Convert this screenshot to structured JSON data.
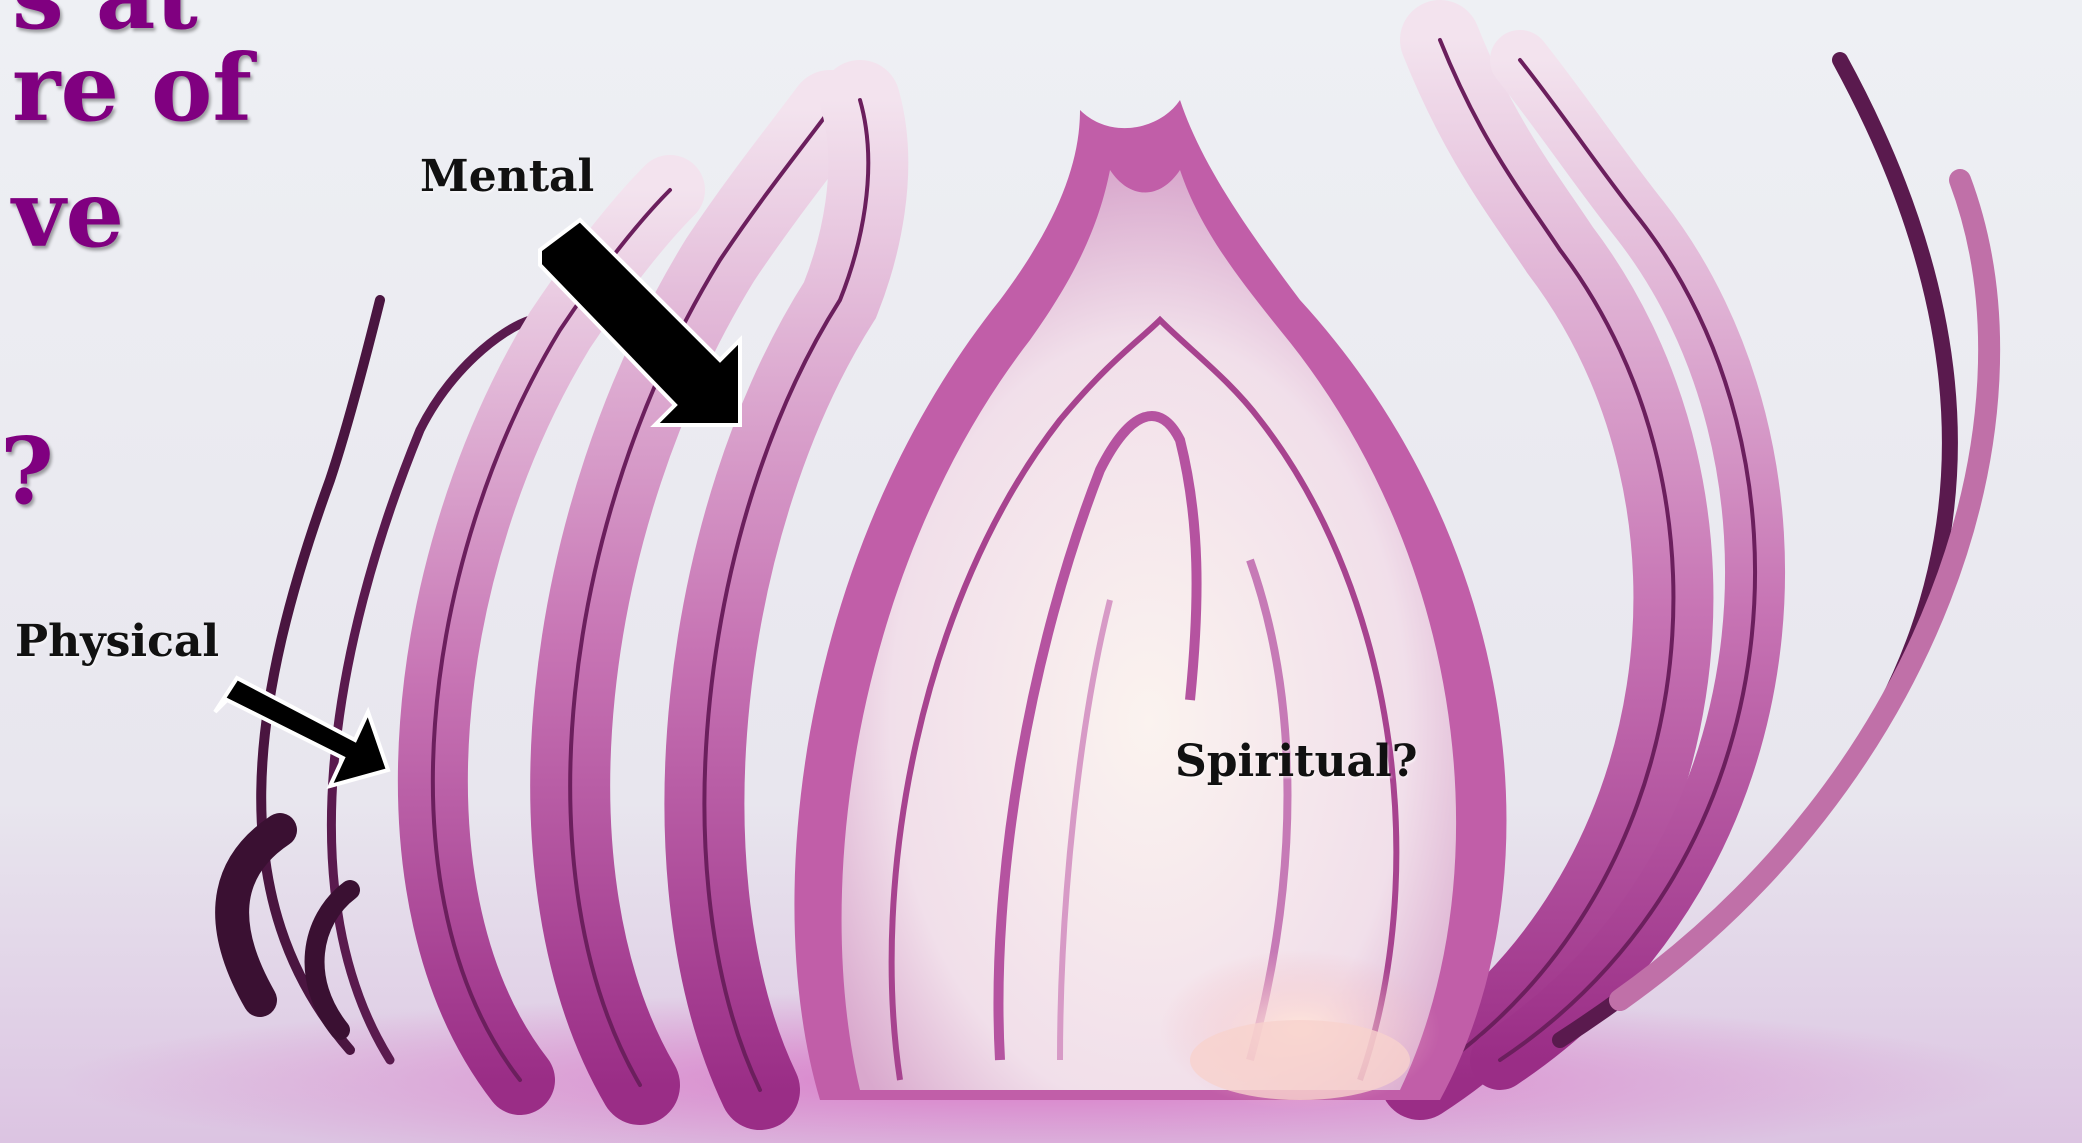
{
  "slide": {
    "title_fragments": [
      "s at",
      "re of",
      "ve",
      "?"
    ],
    "labels": {
      "mental": "Mental",
      "physical": "Physical",
      "spiritual": "Spiritual?"
    }
  },
  "image": {
    "subject": "red-onion-cross-section",
    "colors": {
      "title": "#800080",
      "label": "#111111",
      "onion_dark": "#5a1a4e",
      "onion_mid": "#b0408e",
      "onion_light": "#f4e6ee",
      "background": "#eef0f4"
    }
  },
  "arrows": [
    {
      "name": "mental-arrow",
      "icon": "arrow-down-right-icon"
    },
    {
      "name": "physical-arrow",
      "icon": "arrow-down-right-icon"
    }
  ]
}
